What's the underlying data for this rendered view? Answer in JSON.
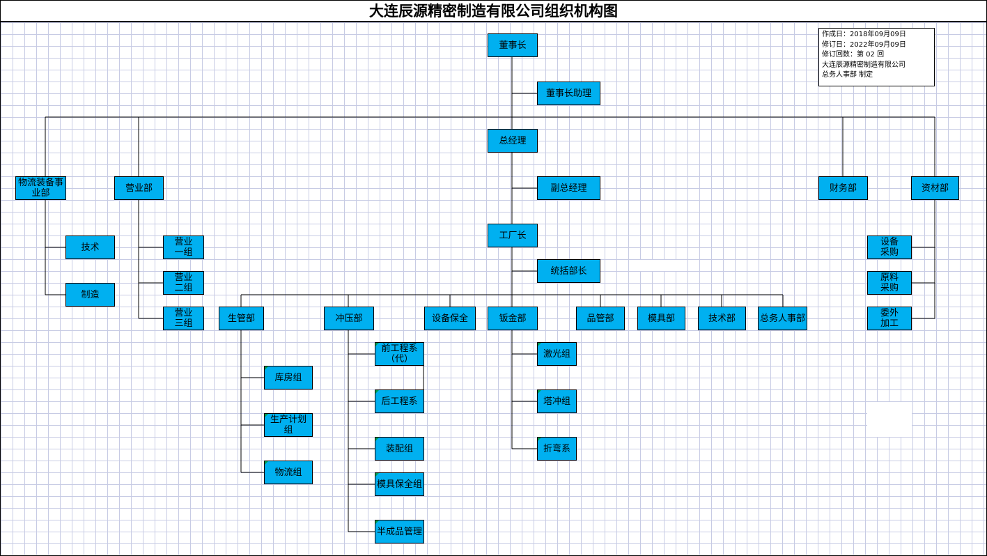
{
  "title": "大连辰源精密制造有限公司组织机构图",
  "info": {
    "created": "作成日：2018年09月09日",
    "revised": "修订日：2022年09月09日",
    "revision_count": "修订回数：第  02  回",
    "company": "大连辰源精密制造有限公司",
    "maker": "总务人事部  制定"
  },
  "colors": {
    "box_fill": "#00b0f0",
    "grid": "#c7cbe4",
    "corner_marker": "#00a050"
  },
  "org": {
    "chairman": "董事长",
    "chairman_assistant": "董事长助理",
    "general_manager": "总经理",
    "deputy_gm": "副总经理",
    "factory_director": "工厂长",
    "coordinator": "统括部长",
    "logistics_division": "物流装备事\n业部",
    "logistics_tech": "技术",
    "logistics_manufacture": "制造",
    "sales_dept": "营业部",
    "sales_group_1": "营业\n一组",
    "sales_group_2": "营业\n二组",
    "sales_group_3": "营业\n三组",
    "finance_dept": "财务部",
    "materials_dept": "资材部",
    "equipment_purchase": "设备\n采购",
    "raw_purchase": "原料\n采购",
    "outsourcing": "委外\n加工",
    "production_mgmt": "生管部",
    "warehouse_group": "库房组",
    "production_plan_group": "生产计划组",
    "logistics_group": "物流组",
    "stamping_dept": "冲压部",
    "pre_process": "前工程系\n（代）",
    "post_process": "后工程系",
    "assembly_group": "装配组",
    "mold_maintenance_group": "模具保全组",
    "semi_finished_mgmt": "半成品管理",
    "equipment_maintenance": "设备保全",
    "sheet_metal_dept": "钣金部",
    "laser_group": "激光组",
    "turret_group": "塔冲组",
    "bending_group": "折弯系",
    "quality_dept": "品管部",
    "mold_dept": "模具部",
    "tech_dept": "技术部",
    "ga_hr_dept": "总务人事部"
  }
}
